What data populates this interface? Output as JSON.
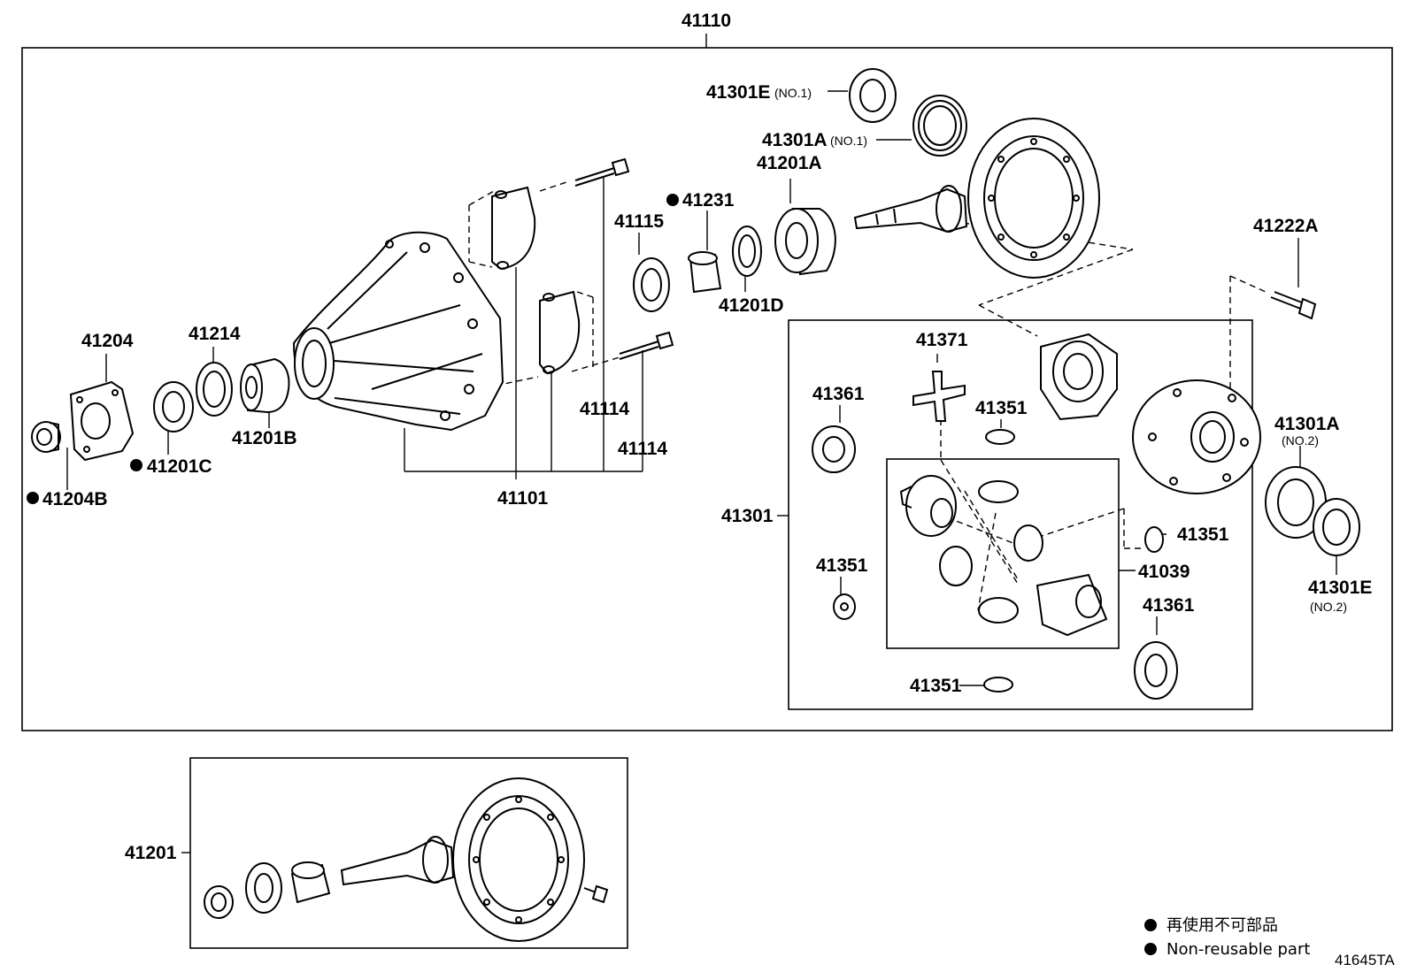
{
  "labels": {
    "top_assembly": "41110",
    "bearing_e1": "41301E",
    "bearing_e1_no": "(NO.1)",
    "bearing_a1": "41301A",
    "bearing_a1_no": "(NO.1)",
    "bearing_201a": "41201A",
    "spacer_231": "41231",
    "seal_115": "41115",
    "washer_201d": "41201D",
    "bolt_222a": "41222A",
    "flange_204": "41204",
    "washer_214": "41214",
    "bearing_201b": "41201B",
    "seal_201c": "41201C",
    "nut_204b": "41204B",
    "bolt_114_a": "41114",
    "bolt_114_b": "41114",
    "carrier_101": "41101",
    "spider_371": "41371",
    "washer_361_a": "41361",
    "washer_351_a": "41351",
    "case_301": "41301",
    "washer_351_b": "41351",
    "gear_set_039": "41039",
    "washer_351_c": "41351",
    "washer_361_b": "41361",
    "washer_351_d": "41351",
    "bearing_a2": "41301A",
    "bearing_a2_no": "(NO.2)",
    "bearing_e2": "41301E",
    "bearing_e2_no": "(NO.2)",
    "ring_pinion_201": "41201"
  },
  "legend": {
    "line_jp": "再使用不可部品",
    "line_en": "Non-reusable part"
  },
  "diagram_code": "41645TA"
}
